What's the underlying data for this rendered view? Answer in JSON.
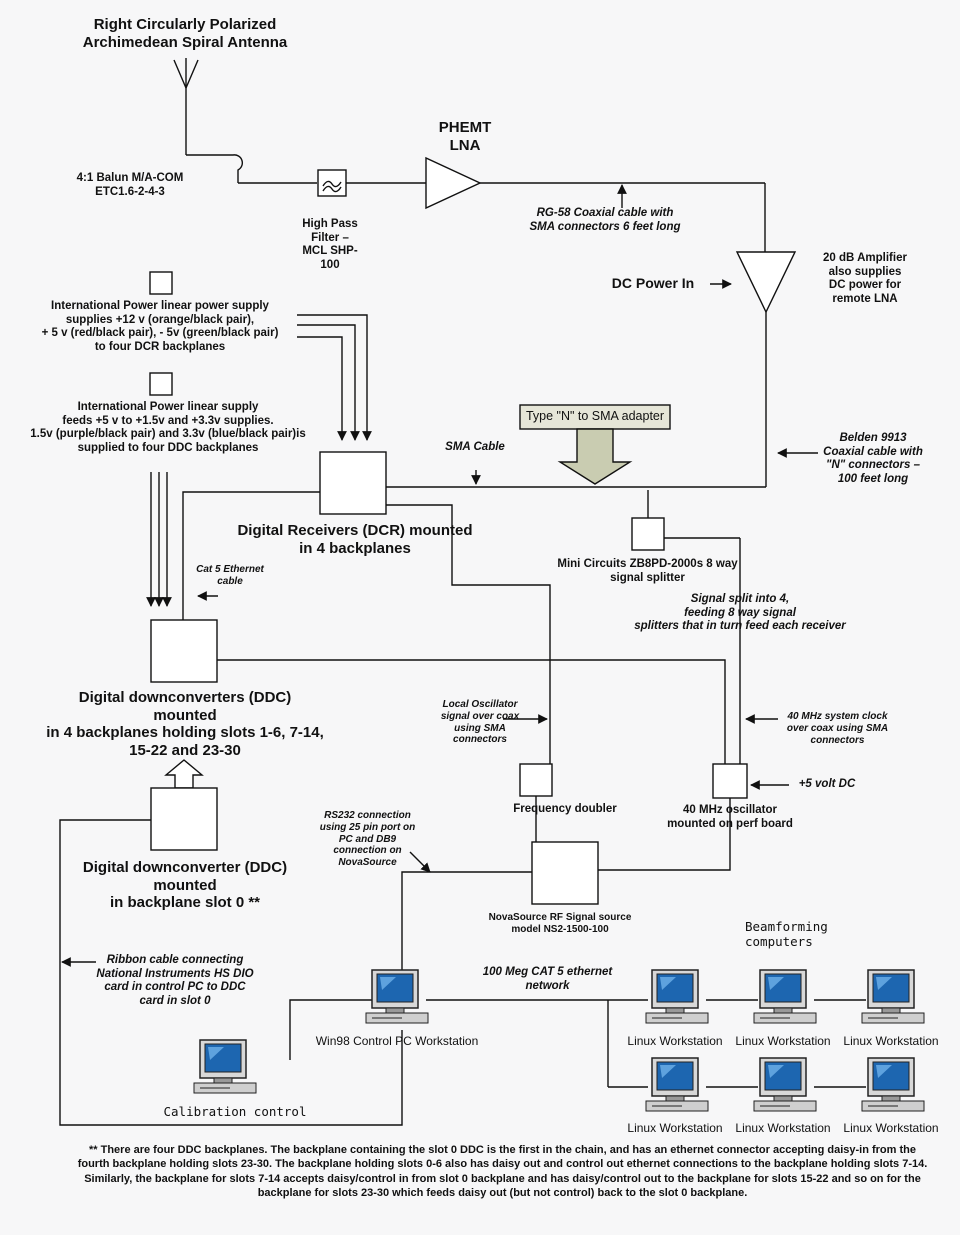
{
  "labels": {
    "antenna": "Right Circularly Polarized\nArchimedean Spiral Antenna",
    "balun": "4:1 Balun M/A-COM\nETC1.6-2-4-3",
    "hpf": "High Pass\nFilter –\nMCL SHP-\n100",
    "lna": "PHEMT\nLNA",
    "rg58": "RG-58 Coaxial cable with\nSMA connectors 6 feet long",
    "amp": "20 dB Amplifier\nalso supplies\nDC power for\nremote LNA",
    "dc_power_in": "DC Power In",
    "psu1": "International Power linear power supply\nsupplies +12 v (orange/black pair),\n+ 5 v (red/black pair), - 5v (green/black pair)\nto four DCR backplanes",
    "psu2": "International Power linear supply\nfeeds +5 v to  +1.5v and  +3.3v supplies.\n1.5v (purple/black pair) and 3.3v (blue/black pair)is\nsupplied to four DDC backplanes",
    "adapter": "Type \"N\" to SMA adapter",
    "sma_cable": "SMA Cable",
    "belden": "Belden 9913\nCoaxial cable with\n\"N\" connectors –\n100 feet long",
    "dcr": "Digital Receivers (DCR) mounted\nin 4 backplanes",
    "splitter": "Mini Circuits ZB8PD-2000s 8 way\nsignal splitter",
    "cat5": "Cat 5 Ethernet\ncable",
    "split_note": "Signal split into 4,\nfeeding 8 way signal\nsplitters that in turn feed each receiver",
    "ddc": "Digital downconverters (DDC)\nmounted\nin 4 backplanes holding slots 1-6, 7-14,\n15-22 and 23-30",
    "lo_signal": "Local Oscillator\nsignal over coax\nusing SMA\nconnectors",
    "clock": "40 MHz system clock\nover coax using SMA\nconnectors",
    "plus5": "+5 volt DC",
    "doubler": "Frequency doubler",
    "oscillator": "40 MHz oscillator\nmounted on perf board",
    "ddc0": "Digital downconverter (DDC)\nmounted\nin backplane slot 0 **",
    "rs232": "RS232 connection\nusing 25 pin port on\nPC and DB9\nconnection on\nNovaSource",
    "novasource": "NovaSource RF Signal source\nmodel NS2-1500-100",
    "beamforming": "Beamforming\ncomputers",
    "ribbon": "Ribbon cable connecting\nNational Instruments HS DIO\ncard in control PC to DDC\ncard in slot 0",
    "ethernet": "100 Meg CAT 5 ethernet\nnetwork",
    "win98": "Win98 Control PC Workstation",
    "linux": "Linux Workstation",
    "calibration": "Calibration control",
    "footnote": "** There are four DDC backplanes. The backplane containing the slot 0 DDC is the first in the chain, and has an ethernet connector accepting daisy-in from the fourth backplane holding slots 23-30. The backplane holding slots 0-6 also has daisy out and control out ethernet connections to the backplane holding slots 7-14. Similarly, the backplane for slots 7-14 accepts daisy/control in from slot 0 backplane and has daisy/control out to the backplane for slots 15-22 and so on for the backplane for slots 23-30 which feeds daisy out (but not control) back to the slot 0 backplane."
  }
}
